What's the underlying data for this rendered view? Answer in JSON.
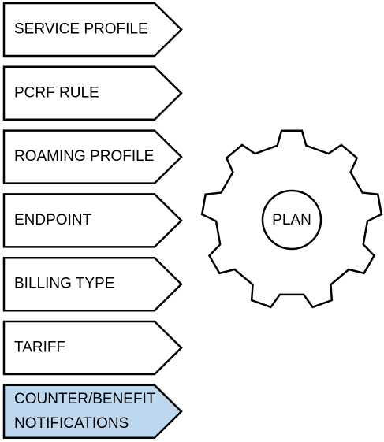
{
  "colors": {
    "stroke": "#000000",
    "fill_default": "#ffffff",
    "fill_highlight": "#bdd7ee"
  },
  "items": [
    {
      "lines": [
        "SERVICE PROFILE"
      ],
      "highlight": false
    },
    {
      "lines": [
        "PCRF RULE"
      ],
      "highlight": false
    },
    {
      "lines": [
        "ROAMING PROFILE"
      ],
      "highlight": false
    },
    {
      "lines": [
        "ENDPOINT"
      ],
      "highlight": false
    },
    {
      "lines": [
        "BILLING TYPE"
      ],
      "highlight": false
    },
    {
      "lines": [
        "TARIFF"
      ],
      "highlight": false
    },
    {
      "lines": [
        "COUNTER/BENEFIT",
        "NOTIFICATIONS"
      ],
      "highlight": true
    }
  ],
  "gear": {
    "label": "PLAN",
    "teeth": 9
  }
}
